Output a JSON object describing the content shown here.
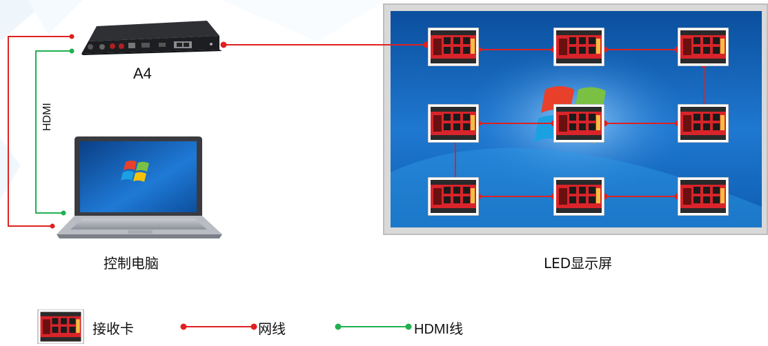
{
  "device": {
    "name": "A4"
  },
  "computer": {
    "label": "控制电脑"
  },
  "hdmi_label": "HDMI",
  "screen": {
    "label": "LED显示屏"
  },
  "legend": {
    "receiver_card": "接收卡",
    "network_cable": "网线",
    "hdmi_cable": "HDMI线"
  },
  "colors": {
    "network": "#e02020",
    "hdmi": "#20b050",
    "screen_frame": "#d9d9d9",
    "desktop_blue": "#1f6fc6",
    "card_red": "#d8242a"
  },
  "icons": [
    "controller-box-icon",
    "laptop-icon",
    "receiver-card-icon",
    "windows-logo-icon"
  ]
}
